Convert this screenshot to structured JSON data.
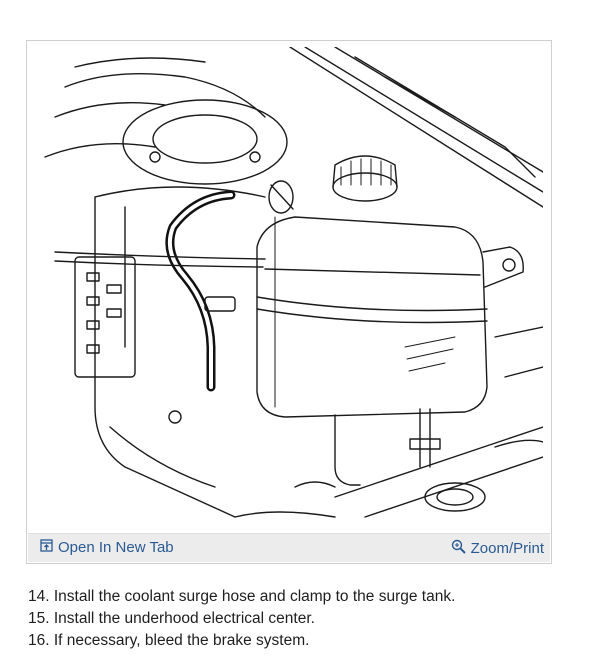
{
  "figure": {
    "toolbar": {
      "open_tab_label": "Open In New Tab",
      "zoom_label": "Zoom/Print",
      "link_color": "#2a5a93"
    },
    "icons": [
      "open-in-new-tab-icon",
      "zoom-magnifier-icon"
    ]
  },
  "steps": [
    "14. Install the coolant surge hose and clamp to the surge tank.",
    "15. Install the underhood electrical center.",
    "16. If necessary, bleed the brake system."
  ]
}
